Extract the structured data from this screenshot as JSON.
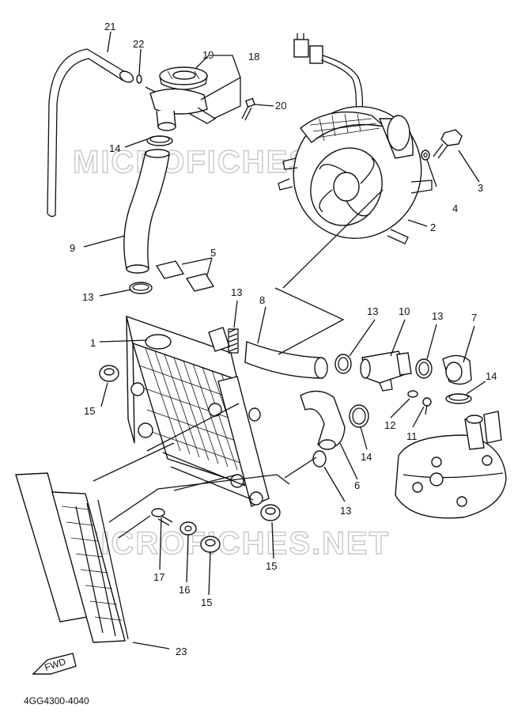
{
  "watermarks": [
    "MICROFICHES.NET",
    "MICROFICHES.NET"
  ],
  "diagram_code": "4GG4300-4040",
  "fwd_label": "FWD",
  "callouts": [
    {
      "id": "c1",
      "text": "1"
    },
    {
      "id": "c2",
      "text": "2"
    },
    {
      "id": "c3",
      "text": "3"
    },
    {
      "id": "c4",
      "text": "4"
    },
    {
      "id": "c5",
      "text": "5"
    },
    {
      "id": "c6",
      "text": "6"
    },
    {
      "id": "c7",
      "text": "7"
    },
    {
      "id": "c8",
      "text": "8"
    },
    {
      "id": "c9",
      "text": "9"
    },
    {
      "id": "c10",
      "text": "10"
    },
    {
      "id": "c11",
      "text": "11"
    },
    {
      "id": "c12",
      "text": "12"
    },
    {
      "id": "c13a",
      "text": "13"
    },
    {
      "id": "c13b",
      "text": "13"
    },
    {
      "id": "c13c",
      "text": "13"
    },
    {
      "id": "c13d",
      "text": "13"
    },
    {
      "id": "c13e",
      "text": "13"
    },
    {
      "id": "c14a",
      "text": "14"
    },
    {
      "id": "c14b",
      "text": "14"
    },
    {
      "id": "c14c",
      "text": "14"
    },
    {
      "id": "c15a",
      "text": "15"
    },
    {
      "id": "c15b",
      "text": "15"
    },
    {
      "id": "c15c",
      "text": "15"
    },
    {
      "id": "c16",
      "text": "16"
    },
    {
      "id": "c17",
      "text": "17"
    },
    {
      "id": "c18",
      "text": "18"
    },
    {
      "id": "c19",
      "text": "19"
    },
    {
      "id": "c20",
      "text": "20"
    },
    {
      "id": "c21",
      "text": "21"
    },
    {
      "id": "c22",
      "text": "22"
    },
    {
      "id": "c23",
      "text": "23"
    }
  ]
}
